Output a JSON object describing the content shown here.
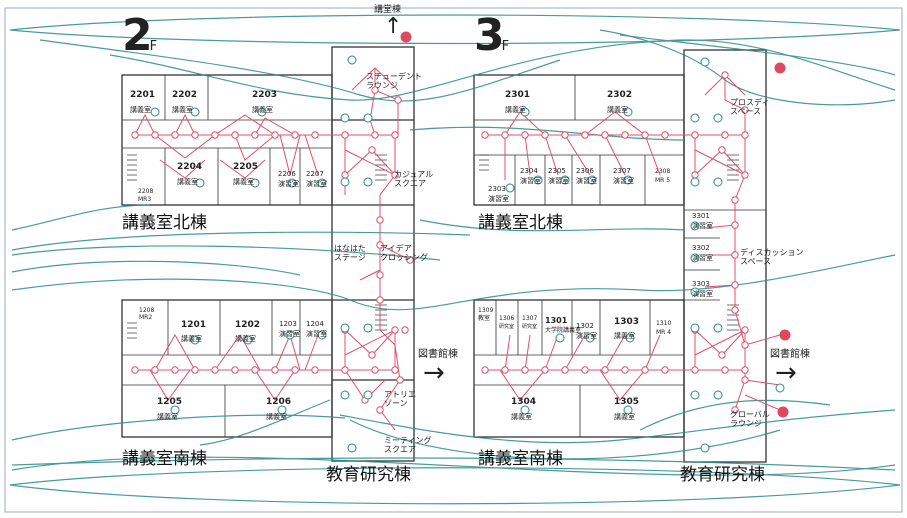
{
  "floors": [
    {
      "number": "2",
      "suffix": "F"
    },
    {
      "number": "3",
      "suffix": "F"
    }
  ],
  "buildings": {
    "north_2f": "講義室北棟",
    "south_2f": "講義室南棟",
    "research_2f": "教育研究棟",
    "north_3f": "講義室北棟",
    "south_3f": "講義室南棟",
    "research_3f": "教育研究棟"
  },
  "directions": {
    "lecture_building": "講堂棟",
    "library_2f": "図書館棟",
    "library_3f": "図書館棟"
  },
  "rooms_2f": [
    {
      "number": "2201",
      "type": "講義室"
    },
    {
      "number": "2202",
      "type": "講義室"
    },
    {
      "number": "2203",
      "type": "講義室"
    },
    {
      "number": "2204",
      "type": "講義室"
    },
    {
      "number": "2205",
      "type": "講義室"
    },
    {
      "number": "2206",
      "type": "演習室"
    },
    {
      "number": "2207",
      "type": "演習室"
    },
    {
      "number": "2208",
      "type": "MR3"
    },
    {
      "number": "1201",
      "type": "講義室"
    },
    {
      "number": "1202",
      "type": "講義室"
    },
    {
      "number": "1203",
      "type": "演習室"
    },
    {
      "number": "1204",
      "type": "演習室"
    },
    {
      "number": "1205",
      "type": "講義室"
    },
    {
      "number": "1206",
      "type": "講義室"
    },
    {
      "number": "1208",
      "type": "MR2"
    }
  ],
  "rooms_3f": [
    {
      "number": "2301",
      "type": "講義室"
    },
    {
      "number": "2302",
      "type": "講義室"
    },
    {
      "number": "2303",
      "type": "演習室"
    },
    {
      "number": "2304",
      "type": "演習室"
    },
    {
      "number": "2305",
      "type": "演習室"
    },
    {
      "number": "2306",
      "type": "演習室"
    },
    {
      "number": "2307",
      "type": "演習室"
    },
    {
      "number": "2308",
      "type": "MR 5"
    },
    {
      "number": "3301",
      "type": "演習室"
    },
    {
      "number": "3302",
      "type": "演習室"
    },
    {
      "number": "3303",
      "type": "演習室"
    },
    {
      "number": "1301",
      "type": "大学院講義室"
    },
    {
      "number": "1302",
      "type": "演習室"
    },
    {
      "number": "1303",
      "type": "講義室"
    },
    {
      "number": "1304",
      "type": "講義室"
    },
    {
      "number": "1305",
      "type": "講義室"
    },
    {
      "number": "1306",
      "type": "研究室"
    },
    {
      "number": "1307",
      "type": "研究室"
    },
    {
      "number": "1309",
      "type": "教室"
    },
    {
      "number": "1310",
      "type": "MR 4"
    }
  ],
  "spaces_2f": {
    "student_lounge": "スチューデント\nラウンジ",
    "casual_square": "カジュアル\nスクエア",
    "hanahata_stage": "はなはた\nステージ",
    "idea_crossing": "アイデア\nクロッシング",
    "atelier": "アトリエ\nゾーン",
    "meeting_square": "ミーティング\nスクエア"
  },
  "spaces_3f": {
    "prosody_space": "プロスディ\nスペース",
    "discussion_space": "ディスカッション\nスペース",
    "global_lounge": "グローバル\nラウンジ"
  },
  "colors": {
    "route_line": "#e0506b",
    "teal_line": "#2a8a8a",
    "node_fill": "#ffffff",
    "marker_fill": "#e04860",
    "wall": "#333333"
  }
}
